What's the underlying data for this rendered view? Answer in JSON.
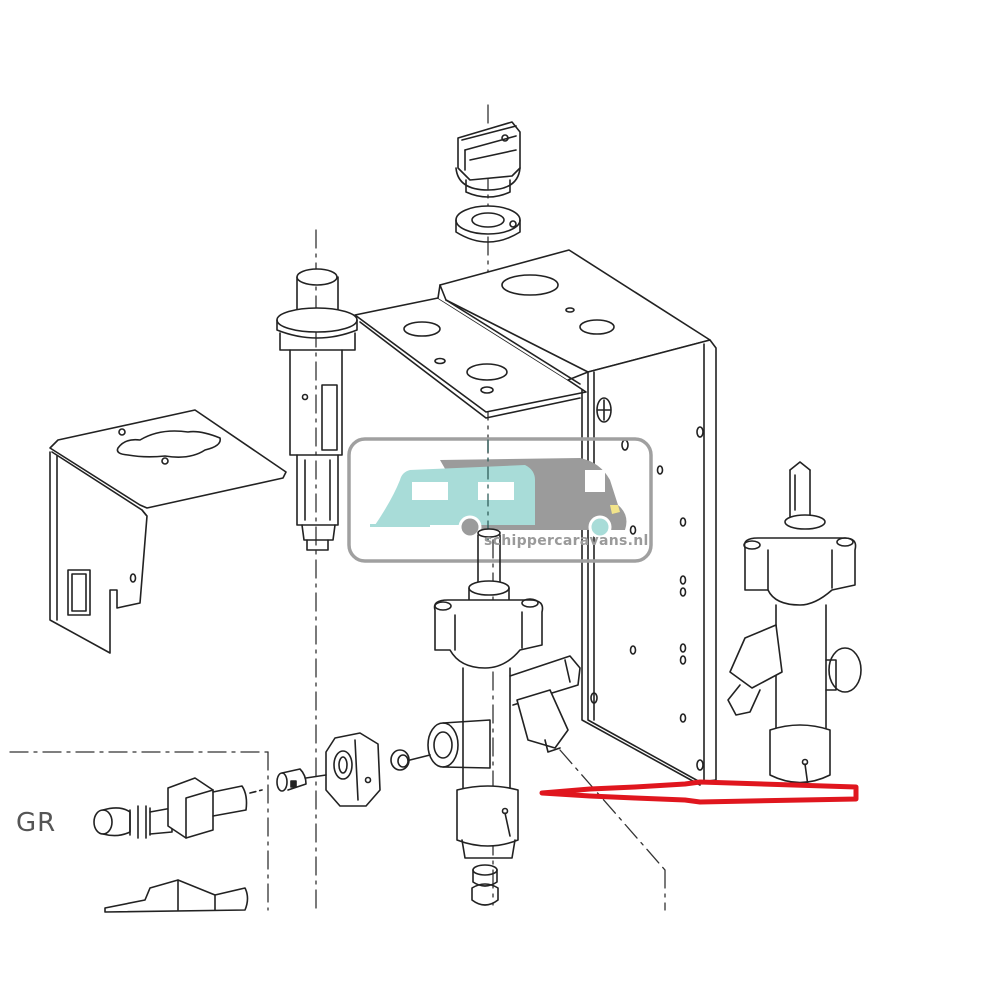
{
  "diagram": {
    "type": "exploded-parts-drawing",
    "subject": "gas control valve assembly with mounting bracket",
    "label_gr": "GR",
    "watermark": {
      "text": "schippercaravans.nl",
      "colors": {
        "caravan": "#a8dcd8",
        "motorhome": "#9a9a9a",
        "headlight": "#f2e48a",
        "frame": "#9a9a9a"
      }
    },
    "annotation_arrow": {
      "color": "#e0161e",
      "direction": "left",
      "points_to": "lower valve outlet / bracket base"
    },
    "parts": [
      {
        "name": "control-knob"
      },
      {
        "name": "knob-nut"
      },
      {
        "name": "piezo-igniter"
      },
      {
        "name": "small-bracket"
      },
      {
        "name": "main-mounting-bracket"
      },
      {
        "name": "gas-valve-front"
      },
      {
        "name": "gas-valve-right"
      },
      {
        "name": "hex-nut"
      },
      {
        "name": "small-fitting"
      },
      {
        "name": "sleeve-connector"
      },
      {
        "name": "gas-nozzle-fitting"
      },
      {
        "name": "lower-fitting"
      },
      {
        "name": "outlet-nipple"
      }
    ],
    "line_color": "#222222"
  }
}
